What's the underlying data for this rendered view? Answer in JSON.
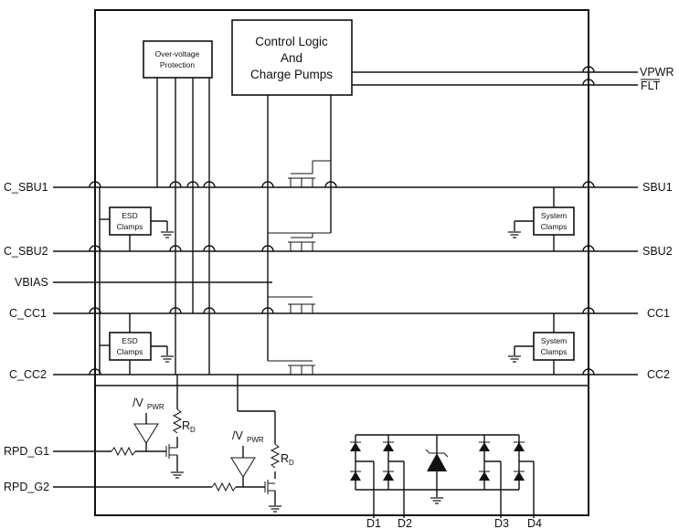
{
  "blocks": {
    "control_logic": [
      "Control Logic",
      "And",
      "Charge Pumps"
    ],
    "over_voltage": [
      "Over-voltage",
      "Protection"
    ],
    "esd_clamps": [
      "ESD",
      "Clamps"
    ],
    "system_clamps": [
      "System",
      "Clamps"
    ]
  },
  "pins_left": [
    "C_SBU1",
    "C_SBU2",
    "VBIAS",
    "C_CC1",
    "C_CC2",
    "RPD_G1",
    "RPD_G2"
  ],
  "pins_right": [
    "VPWR",
    "FLT",
    "SBU1",
    "SBU2",
    "CC1",
    "CC2"
  ],
  "pins_bottom": [
    "D1",
    "D2",
    "D3",
    "D4"
  ],
  "components": {
    "rd_label": "R",
    "rd_sub": "D",
    "vpwr_prefix": "/V",
    "vpwr_sub": "PWR"
  }
}
